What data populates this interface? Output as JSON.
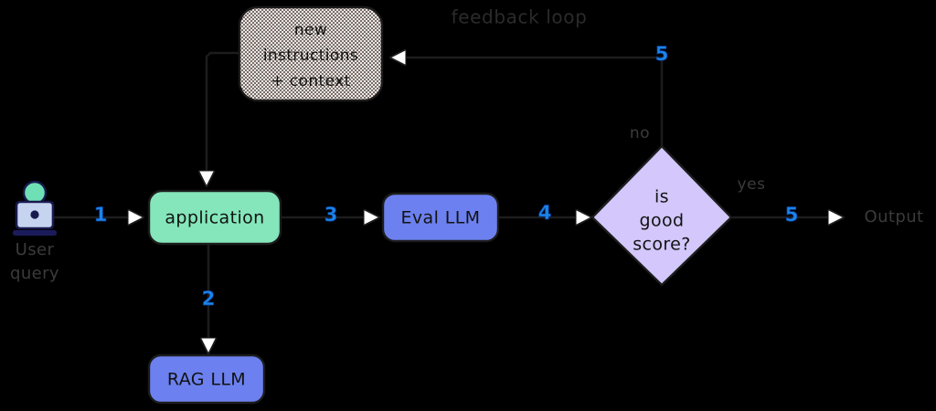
{
  "diagram": {
    "title": "feedback loop",
    "background_color": "#000000",
    "nodes": [
      {
        "id": "user-query",
        "label": "User query",
        "label_lines": [
          "User",
          "query"
        ],
        "kind": "actor-icon",
        "icon": "user-at-computer-icon",
        "colors": {
          "head": "#6fe0b5",
          "body": "#c6d4f0",
          "outline": "#191a4e",
          "base": "#1b1b5c"
        }
      },
      {
        "id": "new-instructions",
        "label": "new instructions + context",
        "label_lines": [
          "new",
          "instructions",
          "+ context"
        ],
        "kind": "rounded-rect-textured",
        "fill": "#f1e6e1",
        "pattern": "dotted"
      },
      {
        "id": "application",
        "label": "application",
        "label_lines": [
          "application"
        ],
        "kind": "rounded-rect",
        "fill": "#84e6ba"
      },
      {
        "id": "rag-llm",
        "label": "RAG LLM",
        "label_lines": [
          "RAG LLM"
        ],
        "kind": "rounded-rect",
        "fill": "#6c81ef"
      },
      {
        "id": "eval-llm",
        "label": "Eval LLM",
        "label_lines": [
          "Eval LLM"
        ],
        "kind": "rounded-rect",
        "fill": "#6c81ef"
      },
      {
        "id": "is-good-score",
        "label": "is good score?",
        "label_lines": [
          "is",
          "good",
          "score?"
        ],
        "kind": "diamond",
        "fill": "#d3c7fb"
      },
      {
        "id": "output",
        "label": "Output",
        "label_lines": [
          "Output"
        ],
        "kind": "text-terminal"
      }
    ],
    "edges": [
      {
        "id": "e1",
        "from": "user-query",
        "to": "application",
        "number": "1",
        "word": ""
      },
      {
        "id": "e2",
        "from": "application",
        "to": "rag-llm",
        "number": "2",
        "word": ""
      },
      {
        "id": "e3",
        "from": "application",
        "to": "eval-llm",
        "number": "3",
        "word": ""
      },
      {
        "id": "e4",
        "from": "eval-llm",
        "to": "is-good-score",
        "number": "4",
        "word": ""
      },
      {
        "id": "e5-yes",
        "from": "is-good-score",
        "to": "output",
        "number": "5",
        "word": "yes"
      },
      {
        "id": "e5-no",
        "from": "is-good-score",
        "to": "new-instructions",
        "number": "5",
        "word": "no"
      },
      {
        "id": "e-feedback",
        "from": "new-instructions",
        "to": "application",
        "number": "",
        "word": ""
      }
    ],
    "number_color": "#1a85e8",
    "line_color": "#1c1c1c",
    "text_color": "#121212"
  }
}
